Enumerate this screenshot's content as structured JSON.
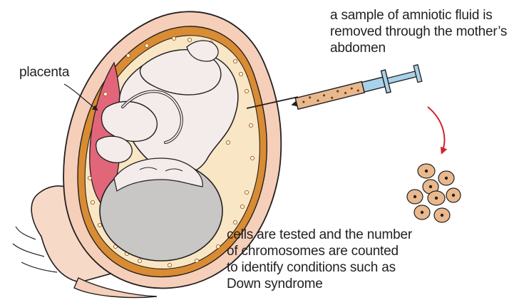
{
  "labels": {
    "placenta": "placenta",
    "sample": [
      "a sample of amniotic fluid is",
      "removed through the mother’s",
      "abdomen"
    ],
    "cells": [
      "cells are tested and the number",
      "of chromosomes are counted",
      "to identify conditions such as",
      "Down syndrome"
    ]
  },
  "colors": {
    "skin": "#f7d9c8",
    "uterus_wall": "#f5cfb9",
    "amniotic_fluid": "#f9e6c4",
    "membrane": "#d98c33",
    "placenta": "#e2667a",
    "fetus": "#f3ecea",
    "fetus_head": "#c9c6c6",
    "syringe_blue": "#a7d3ea",
    "cell": "#e9b98d",
    "arrow": "#d2232a",
    "outline": "#231f20"
  }
}
